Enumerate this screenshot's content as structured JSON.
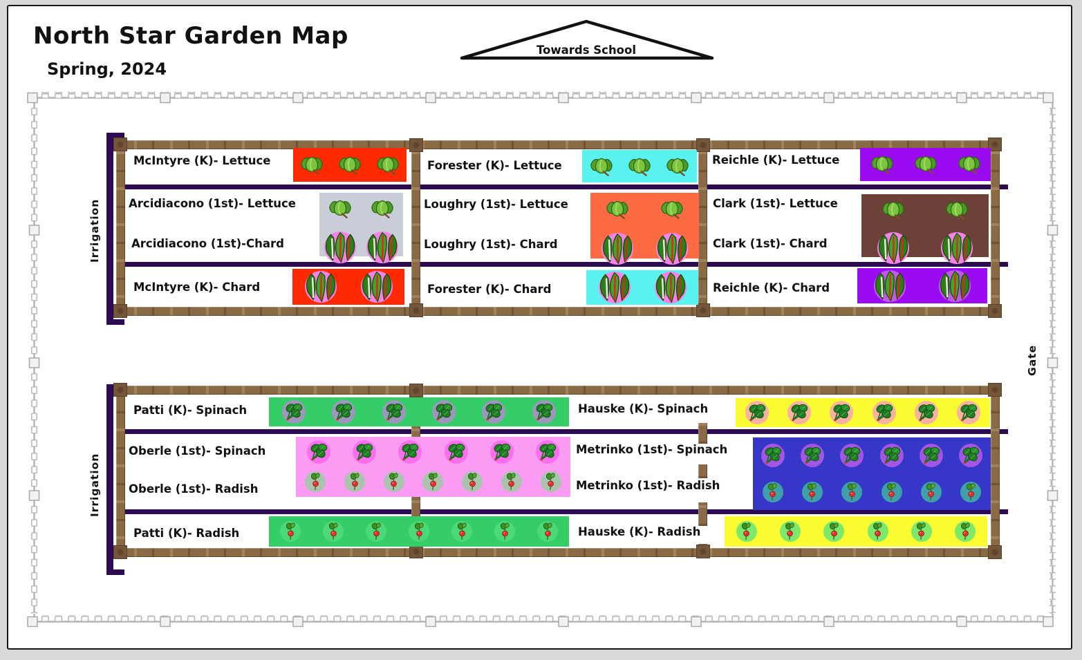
{
  "page": {
    "title": "North Star Garden Map",
    "subtitle": "Spring, 2024",
    "direction_sign": "Towards School",
    "gate_label": "Gate",
    "irrigation_label": "Irrigation"
  },
  "palette": {
    "irrigation_line": "#2d0b52",
    "wood_frame": "#8a6a45",
    "fence": "#b3b3b3",
    "page_border": "#161616"
  },
  "plots": {
    "t11": {
      "label": "McIntyre (K)- Lettuce",
      "patch_color": "#ff2a00",
      "icon_rows": [
        {
          "type": "lettuce",
          "count": 3,
          "circle": "none"
        }
      ]
    },
    "t12": {
      "label": "Forester (K)- Lettuce",
      "patch_color": "#59f2ee",
      "icon_rows": [
        {
          "type": "lettuce",
          "count": 3,
          "circle": "none"
        }
      ]
    },
    "t13": {
      "label": "Reichle (K)- Lettuce",
      "patch_color": "#9a0bf2",
      "icon_rows": [
        {
          "type": "lettuce",
          "count": 3,
          "circle": "none"
        }
      ]
    },
    "t21": {
      "labels": [
        "Arcidiacono (1st)- Lettuce",
        "Arcidiacono (1st)-Chard"
      ],
      "patch_color": "#c8cdd7",
      "icon_rows": [
        {
          "type": "lettuce",
          "count": 2,
          "circle": "none"
        },
        {
          "type": "chard",
          "count": 2,
          "circle": "#f782e8"
        }
      ]
    },
    "t22": {
      "labels": [
        "Loughry (1st)- Lettuce",
        "Loughry (1st)- Chard"
      ],
      "patch_color": "#fd6a44",
      "icon_rows": [
        {
          "type": "lettuce",
          "count": 2,
          "circle": "none"
        },
        {
          "type": "chard",
          "count": 2,
          "circle": "#f782e8"
        }
      ]
    },
    "t23": {
      "labels": [
        "Clark (1st)- Lettuce",
        "Clark (1st)- Chard"
      ],
      "patch_color": "#6c4138",
      "icon_rows": [
        {
          "type": "lettuce",
          "count": 2,
          "circle": "none"
        },
        {
          "type": "chard",
          "count": 2,
          "circle": "#f782e8"
        }
      ]
    },
    "t31": {
      "label": "McIntyre (K)- Chard",
      "patch_color": "#ff2a00",
      "icon_rows": [
        {
          "type": "chard",
          "count": 2,
          "circle": "#f782e8"
        }
      ]
    },
    "t32": {
      "label": "Forester (K)- Chard",
      "patch_color": "#59f2ee",
      "icon_rows": [
        {
          "type": "chard",
          "count": 2,
          "circle": "#f782e8"
        }
      ]
    },
    "t33": {
      "label": "Reichle (K)- Chard",
      "patch_color": "#9a0bf2",
      "icon_rows": [
        {
          "type": "chard",
          "count": 2,
          "circle": "#c05ae8"
        }
      ]
    },
    "b11": {
      "label": "Patti (K)- Spinach",
      "patch_color": "#34cd68",
      "icon_rows": [
        {
          "type": "spinach",
          "count": 6,
          "circle": "#9e96bc"
        }
      ]
    },
    "b12": {
      "label": "Hauske (K)- Spinach",
      "patch_color": "#fbfb31",
      "icon_rows": [
        {
          "type": "spinach",
          "count": 6,
          "circle": "#f8b3a0"
        }
      ]
    },
    "b21": {
      "labels": [
        "Oberle (1st)- Spinach",
        "Oberle (1st)- Radish"
      ],
      "patch_color": "#fc9bf4",
      "icon_rows": [
        {
          "type": "spinach",
          "count": 6,
          "circle": "#fb6fee"
        },
        {
          "type": "radish",
          "count": 7,
          "circle": "#a9c3ad"
        }
      ]
    },
    "b22": {
      "labels": [
        "Metrinko (1st)- Spinach",
        "Metrinko (1st)- Radish"
      ],
      "patch_color": "#3636c9",
      "icon_rows": [
        {
          "type": "spinach",
          "count": 6,
          "circle": "#a356e4"
        },
        {
          "type": "radish",
          "count": 6,
          "circle": "#3fa0a9"
        }
      ]
    },
    "b31": {
      "label": "Patti (K)- Radish",
      "patch_color": "#34cd68",
      "icon_rows": [
        {
          "type": "radish",
          "count": 7,
          "circle": "#4cd97a"
        }
      ]
    },
    "b32": {
      "label": "Hauske (K)- Radish",
      "patch_color": "#fbfb31",
      "icon_rows": [
        {
          "type": "radish",
          "count": 6,
          "circle": "#7ce96a"
        }
      ]
    }
  }
}
